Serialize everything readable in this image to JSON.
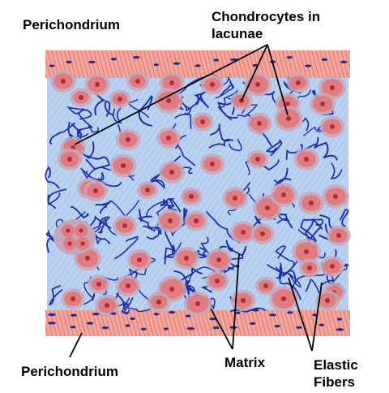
{
  "labels": {
    "perichondrium_top": "Perichondrium",
    "chondrocytes_line1": "Chondrocytes in",
    "chondrocytes_line2": "lacunae",
    "perichondrium_bottom": "Perichondrium",
    "matrix": "Matrix",
    "elastic_line1": "Elastic",
    "elastic_line2": "Fibers"
  },
  "colors": {
    "perichondrium": "#e87a6e",
    "perichondrium_nucleus": "#1f2d8a",
    "matrix": "#a9c6ec",
    "lacuna_fill": "#c8a6b9",
    "cell_fill": "#e07b7f",
    "cell_nucleus": "#b02a3c",
    "elastic_fiber": "#1d2fa8",
    "leader_line": "#000000"
  }
}
